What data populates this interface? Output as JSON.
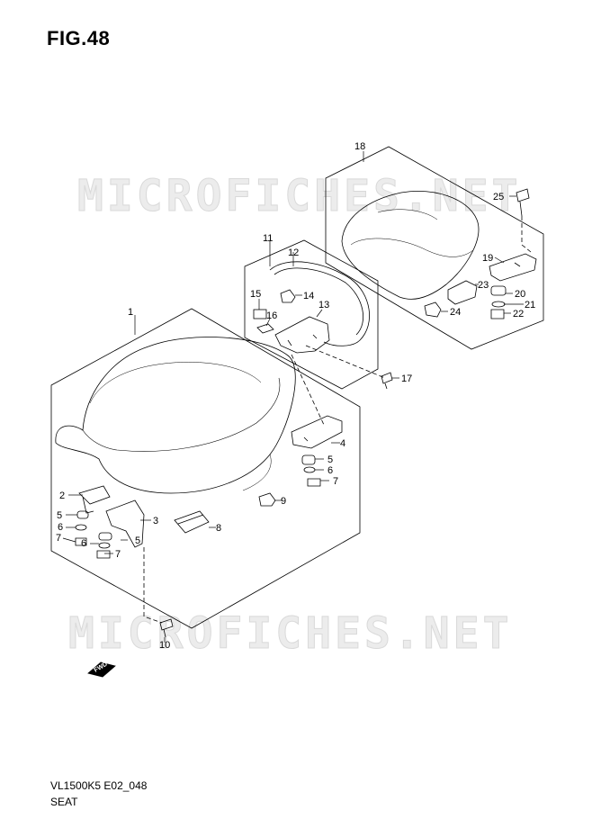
{
  "figure": {
    "title": "FIG.48"
  },
  "watermark": {
    "text": "MICROFICHES.NET"
  },
  "footer": {
    "model_code": "VL1500K5 E02_048",
    "assembly_name": "SEAT"
  },
  "fwd_arrow": {
    "label": "FWD"
  },
  "callouts": {
    "c1": "1",
    "c2": "2",
    "c3": "3",
    "c4": "4",
    "c5a": "5",
    "c5b": "5",
    "c5c": "5",
    "c6a": "6",
    "c6b": "6",
    "c6c": "6",
    "c7a": "7",
    "c7b": "7",
    "c7c": "7",
    "c8": "8",
    "c9": "9",
    "c10": "10",
    "c11": "11",
    "c12": "12",
    "c13": "13",
    "c14": "14",
    "c15": "15",
    "c16": "16",
    "c17": "17",
    "c18": "18",
    "c19": "19",
    "c20": "20",
    "c21": "21",
    "c22": "22",
    "c23": "23",
    "c24": "24",
    "c25": "25"
  }
}
